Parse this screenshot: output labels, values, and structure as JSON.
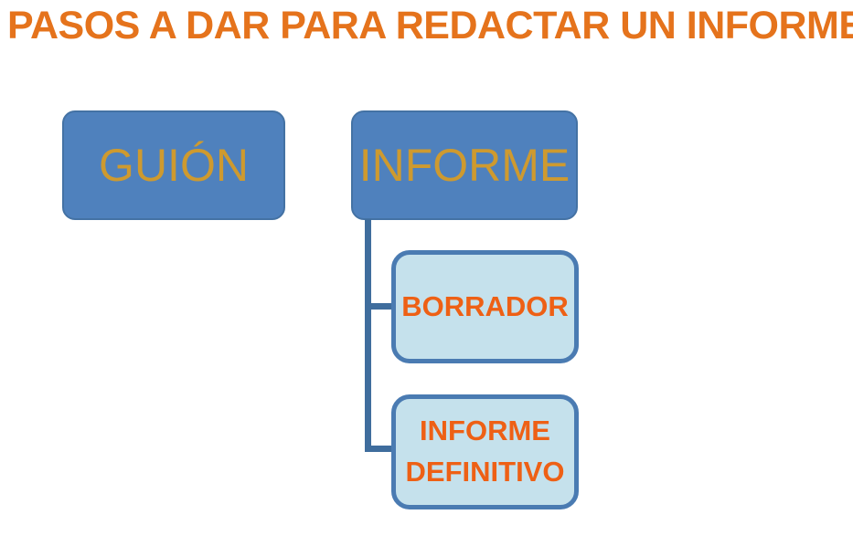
{
  "title": "PASOS A DAR PARA REDACTAR UN INFORME",
  "colors": {
    "background": "#FFFFFF",
    "title_text": "#E5731C",
    "parent_box_fill": "#4F81BD",
    "parent_box_text": "#CE9A2F",
    "child_box_fill": "#C5E1EC",
    "child_box_border": "#4A7BB2",
    "child_box_text": "#EE6015",
    "connector": "#3F6D9D"
  },
  "diagram": {
    "type": "hierarchy",
    "root_nodes": [
      {
        "id": "guion",
        "label": "GUIÓN"
      },
      {
        "id": "informe",
        "label": "INFORME"
      }
    ],
    "child_nodes": [
      {
        "id": "borrador",
        "label": "BORRADOR",
        "parent": "informe"
      },
      {
        "id": "informe-definitivo",
        "label": "INFORME DEFINITIVO",
        "parent": "informe"
      }
    ]
  }
}
